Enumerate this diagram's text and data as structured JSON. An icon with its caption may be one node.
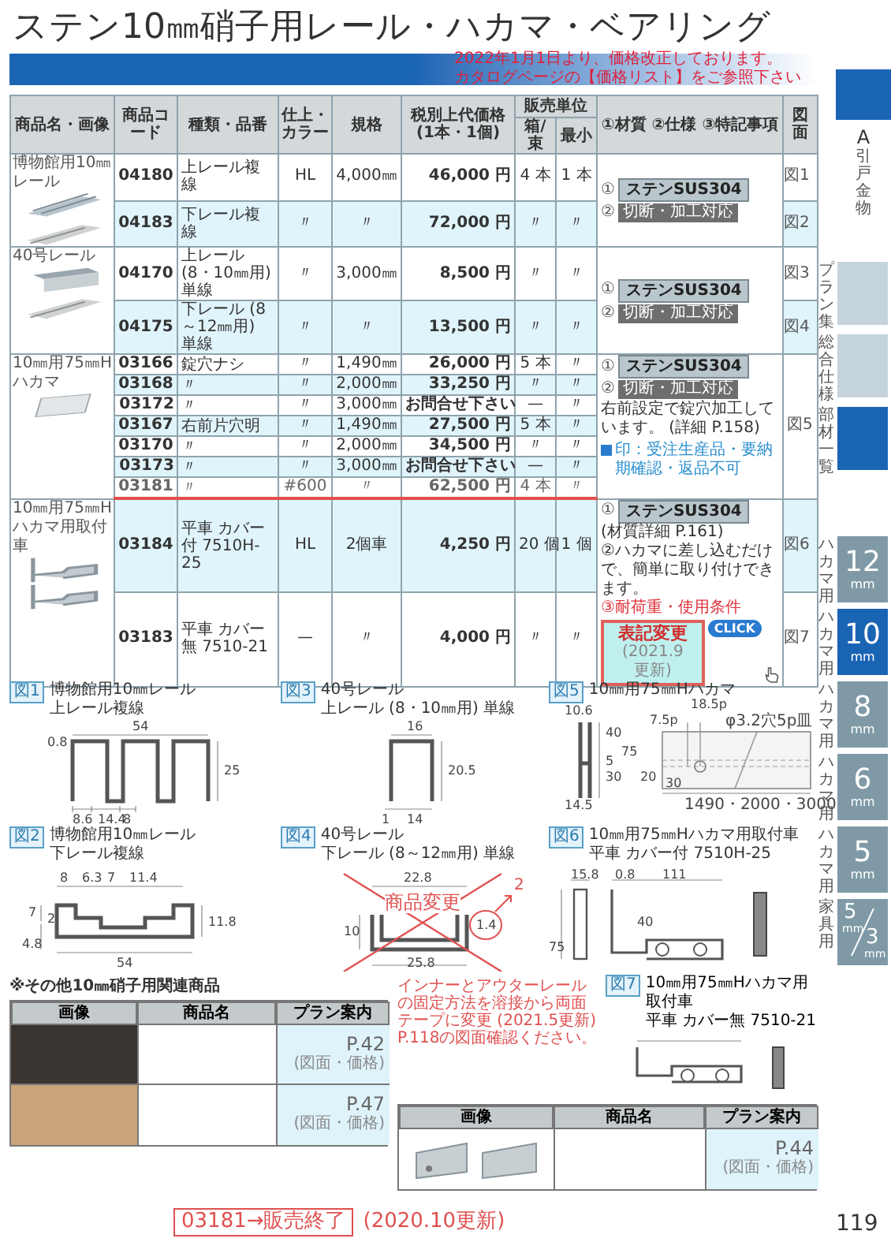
{
  "diagram": {
    "title": "ステン10㎜硝子用レール・ハカマ・ベアリング",
    "labels": [
      "2022年1月1日より、価格改正しております。",
      "カタログページの【価格リスト】をご参照下さい",
      "商品名・画像",
      "商品コード",
      "種類・品番",
      "仕上・カラー",
      "規格",
      "税別上代価格 (1本・1個)",
      "販売単位",
      "箱/束",
      "最小",
      "①材質 ②仕様 ③特記事項",
      "図面",
      "博物館用10㎜レール",
      "04180",
      "上レール複線",
      "HL",
      "4,000㎜",
      "46,000 円",
      "4 本",
      "1 本",
      "①",
      "ステンSUS304",
      "②",
      "切断・加工対応",
      "図1",
      "04183",
      "下レール複線",
      "〃",
      "〃",
      "72,000 円",
      "〃",
      "〃",
      "図2",
      "40号レール",
      "04170",
      "上レール (8・10㎜用) 単線",
      "〃",
      "3,000㎜",
      "8,500 円",
      "〃",
      "〃",
      "①",
      "ステンSUS304",
      "②",
      "切断・加工対応",
      "図3",
      "04175",
      "下レール (8～12㎜用) 単線",
      "〃",
      "〃",
      "13,500 円",
      "〃",
      "〃",
      "図4",
      "10㎜用75㎜Hハカマ",
      "03166",
      "錠穴ナシ",
      "〃",
      "1,490㎜",
      "26,000 円",
      "5 本",
      "〃",
      "①",
      "ステンSUS304",
      "②",
      "切断・加工対応",
      "右前設定で錠穴加工しています。 (詳細 P.158)",
      "印：受注生産品・要納期確認・返品不可",
      "図5",
      "03168",
      "〃",
      "〃",
      "2,000㎜",
      "33,250 円",
      "〃",
      "〃",
      "03172",
      "〃",
      "〃",
      "3,000㎜",
      "お問合せ下さい",
      "—",
      "〃",
      "03167",
      "右前片穴明",
      "〃",
      "1,490㎜",
      "27,500 円",
      "5 本",
      "〃",
      "03170",
      "〃",
      "〃",
      "2,000㎜",
      "34,500 円",
      "〃",
      "〃",
      "03173",
      "〃",
      "〃",
      "3,000㎜",
      "お問合せ下さい",
      "—",
      "〃",
      "03181",
      "〃",
      "#600",
      "〃",
      "62,500 円",
      "4 本",
      "〃",
      "10㎜用75㎜Hハカマ用取付車",
      "03184",
      "平車 カバー付 7510H-25",
      "HL",
      "2個車",
      "4,250 円",
      "20 個",
      "1 個",
      "①",
      "ステンSUS304",
      "(材質詳細 P.161)",
      "②ハカマに差し込むだけで、簡単に取り付けできます。",
      "③耐荷重・使用条件",
      "表記変更",
      "(2021.9 更新)",
      "CLICK",
      "図6",
      "03183",
      "平車 カバー無 7510-21",
      "—",
      "〃",
      "4,000 円",
      "〃",
      "〃",
      "図7",
      "図1",
      "博物館用10㎜レール",
      "上レール複線",
      "54",
      "0.8",
      "25",
      "8.6",
      "14.4",
      "8",
      "図3",
      "40号レール",
      "上レール (8・10㎜用) 単線",
      "16",
      "20.5",
      "1",
      "14",
      "図5",
      "10㎜用75㎜Hハカマ",
      "10.6",
      "18.5p",
      "7.5p",
      "φ3.2穴5p皿",
      "40",
      "75",
      "5",
      "30",
      "20",
      "30",
      "14.5",
      "1490・2000・3000",
      "図2",
      "博物館用10㎜レール",
      "下レール複線",
      "8",
      "6.3",
      "7",
      "11.4",
      "7",
      "2",
      "11.8",
      "4.8",
      "54",
      "図4",
      "40号レール",
      "下レール (8～12㎜用) 単線",
      "22.8",
      "商品変更",
      "10",
      "1.4",
      "2",
      "25.8",
      "図6",
      "10㎜用75㎜Hハカマ用取付車",
      "平車 カバー付 7510H-25",
      "15.8",
      "0.8",
      "111",
      "40",
      "75",
      "※その他10㎜硝子用関連商品",
      "画像",
      "商品名",
      "プラン案内",
      "P.42",
      "(図面・価格)",
      "P.47",
      "(図面・価格)",
      "インナーとアウターレールの固定方法を溶接から両面テープに変更 (2021.5更新) P.118の図面確認ください。",
      "図7",
      "10㎜用75㎜Hハカマ用取付車",
      "平車 カバー無 7510-21",
      "画像",
      "商品名",
      "プラン案内",
      "P.44",
      "(図面・価格)",
      "03181→販売終了",
      "(2020.10更新)",
      "119",
      "A",
      "引戸金物",
      "プラン集",
      "総合仕様",
      "部材一覧",
      "ハカマ用",
      "12",
      "mm",
      "ハカマ用",
      "10",
      "mm",
      "ハカマ用",
      "8",
      "mm",
      "ハカマ用",
      "6",
      "mm",
      "ハカマ用",
      "5",
      "mm",
      "家具用",
      "5",
      "mm",
      "3",
      "mm"
    ]
  }
}
